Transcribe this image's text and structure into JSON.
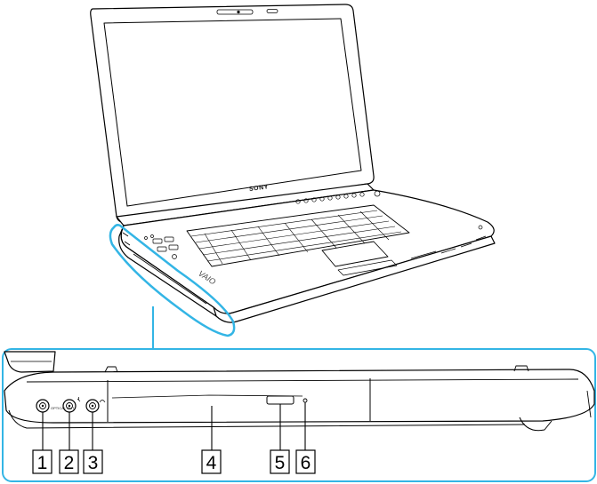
{
  "laptop": {
    "logo_text": "SONY",
    "side_brand": "VAIO"
  },
  "detail": {
    "port_label_text": "OPTICAL OUT"
  },
  "callouts": [
    {
      "number": "1",
      "part": "optical-out-jack"
    },
    {
      "number": "2",
      "part": "microphone-jack"
    },
    {
      "number": "3",
      "part": "headphones-jack"
    },
    {
      "number": "4",
      "part": "optical-disc-drive"
    },
    {
      "number": "5",
      "part": "drive-eject-button"
    },
    {
      "number": "6",
      "part": "manual-eject-hole"
    }
  ],
  "colors": {
    "accent": "#33b5e5",
    "outline": "#000000"
  }
}
